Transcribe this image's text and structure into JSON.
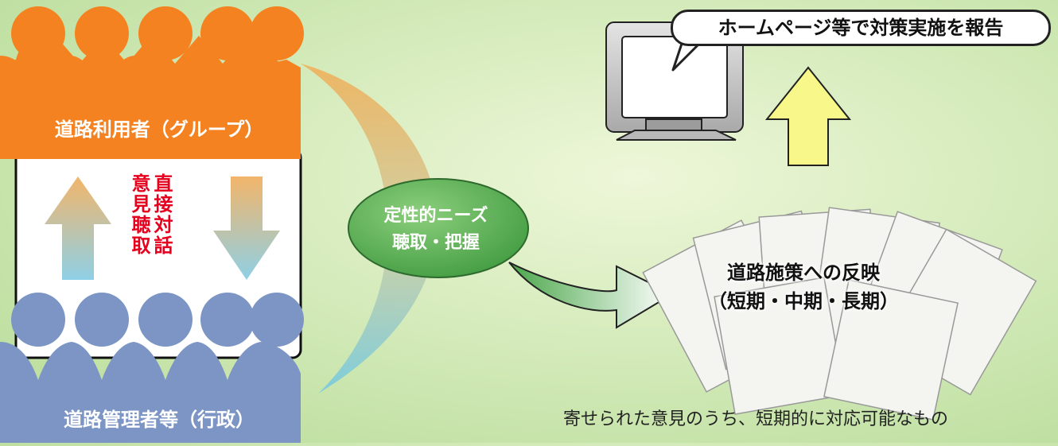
{
  "groups": {
    "users_label": "道路利用者（グループ）",
    "admin_label": "道路管理者等（行政）"
  },
  "exchange": {
    "col1": "直接対話",
    "col2": "意見聴取"
  },
  "needs": {
    "line1": "定性的ニーズ",
    "line2": "聴取・把握"
  },
  "reflection": {
    "line1": "道路施策への反映",
    "line2": "（短期・中期・長期）"
  },
  "report_bubble": "ホームページ等で対策実施を報告",
  "caption": {
    "line1": "寄せられた意見のうち、短期的に対応可能なもの"
  },
  "colors": {
    "users": "#f58220",
    "admin": "#7c95c4",
    "ellipse": "#4aa64a",
    "report_arrow": "#f8f88a",
    "accent_text": "#e5001e"
  }
}
